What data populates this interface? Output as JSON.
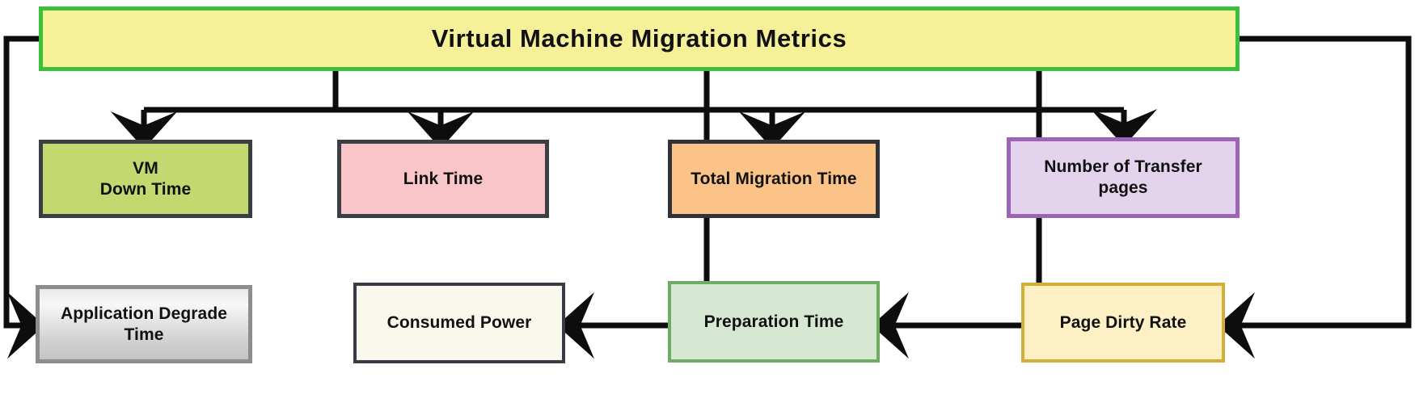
{
  "diagram": {
    "title": "Virtual Machine Migration  Metrics",
    "type": "tree-hierarchy",
    "root": {
      "id": "root",
      "label": "Virtual Machine Migration  Metrics",
      "fill": "#f6f099",
      "border": "#3cbf3c"
    },
    "nodes": [
      {
        "id": "vm-down-time",
        "label": "VM\nDown Time",
        "fill": "#c3d86e",
        "border": "#3a3f46",
        "row": 1
      },
      {
        "id": "link-time",
        "label": "Link Time",
        "fill": "#fac5c9",
        "border": "#3a3f46",
        "row": 1
      },
      {
        "id": "total-migration-time",
        "label": "Total Migration Time",
        "fill": "#fbc387",
        "border": "#2f3339",
        "row": 1
      },
      {
        "id": "number-of-transfer-pages",
        "label": "Number of Transfer\npages",
        "fill": "#e3d3ec",
        "border": "#9b64b4",
        "row": 1
      },
      {
        "id": "application-degrade-time",
        "label": "Application Degrade\nTime",
        "fill": "#d8d8d8",
        "border": "#8d8d8d",
        "row": 2
      },
      {
        "id": "consumed-power",
        "label": "Consumed Power",
        "fill": "#faf7ed",
        "border": "#3a3a46",
        "row": 2
      },
      {
        "id": "preparation-time",
        "label": "Preparation Time",
        "fill": "#d6e8d2",
        "border": "#70ab63",
        "row": 2
      },
      {
        "id": "page-dirty-rate",
        "label": "Page Dirty Rate",
        "fill": "#fcf0c4",
        "border": "#d4af37",
        "row": 2
      }
    ],
    "edges": [
      {
        "from": "root",
        "to": "vm-down-time",
        "direction": "down"
      },
      {
        "from": "root",
        "to": "link-time",
        "direction": "down"
      },
      {
        "from": "root",
        "to": "total-migration-time",
        "direction": "down"
      },
      {
        "from": "root",
        "to": "number-of-transfer-pages",
        "direction": "down"
      },
      {
        "from": "root",
        "to": "application-degrade-time",
        "direction": "right"
      },
      {
        "from": "root",
        "to": "consumed-power",
        "direction": "left"
      },
      {
        "from": "root",
        "to": "preparation-time",
        "direction": "left"
      },
      {
        "from": "root",
        "to": "page-dirty-rate",
        "direction": "left"
      }
    ],
    "connector_color": "#0d0d0d",
    "background": "#ffffff"
  }
}
